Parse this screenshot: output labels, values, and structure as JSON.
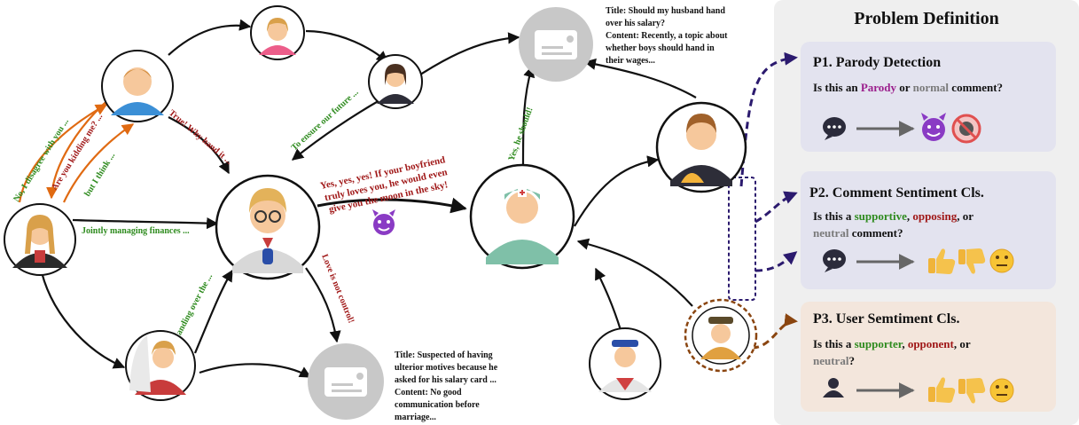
{
  "problem_panel": {
    "title": "Problem Definition",
    "p1": {
      "heading": "P1. Parody Detection",
      "q_pre": "Is this an ",
      "q_parody": "Parody",
      "q_or": " or ",
      "q_normal": "normal",
      "q_post": " comment?"
    },
    "p2": {
      "heading": "P2. Comment Sentiment Cls.",
      "q1_pre": "Is this a ",
      "q1_supportive": "supportive",
      "q1_sep": ", ",
      "q1_opposing": "opposing",
      "q1_post": ", or",
      "q2_neutral": "neutral",
      "q2_post": " comment?"
    },
    "p3": {
      "heading": "P3. User Semtiment Cls.",
      "q1_pre": "Is this a ",
      "q1_supporter": "supporter",
      "q1_sep": ", ",
      "q1_opponent": "opponent",
      "q1_post": ", or",
      "q2_neutral": "neutral",
      "q2_post": "?"
    }
  },
  "post_top": {
    "line1": "Title: Should my husband hand",
    "line2": "over his salary?",
    "line3": "Content: Recently, a topic about",
    "line4": "whether boys should hand in",
    "line5": "their wages..."
  },
  "post_bottom": {
    "line1": "Title: Suspected of having",
    "line2": "ulterior motives because he",
    "line3": "asked for his salary card ...",
    "line4": "Content: No good",
    "line5": "communication before",
    "line6": "marriage..."
  },
  "edge_labels": {
    "disagree": "No, I disagree with you ...",
    "kidding": "Are you kidding me? ...",
    "but_think": "but I think ...",
    "true_why": "True! Why hand it ...",
    "ensure_future": "To ensure our future ...",
    "jointly": "Jointly managing finances ...",
    "handing_over": "Handing over the ...",
    "not_control": "Love is not control!",
    "yes_should": "Yes, he should!",
    "parody_1": "Yes, yes, yes! If your boyfriend",
    "parody_2": "truly loves you, he would even",
    "parody_3": "give you the moon in the sky!"
  },
  "colors": {
    "green": "#2e8b1e",
    "red": "#a01818",
    "purple": "#9b1e8c",
    "gray": "#7a7a7a",
    "panel_bg": "#efefef",
    "p1_bg": "#e3e3ef",
    "p2_bg": "#e3e3ef",
    "p3_bg": "#f3e6dc",
    "navy": "#2b1a6e",
    "brown": "#8a4510",
    "orange_arrow": "#e06a12"
  },
  "icons": [
    "speech-bubble-icon",
    "arrow-right-icon",
    "devil-icon",
    "no-devil-icon",
    "thumbs-up-icon",
    "thumbs-down-icon",
    "neutral-face-icon",
    "user-icon",
    "post-card-icon"
  ]
}
